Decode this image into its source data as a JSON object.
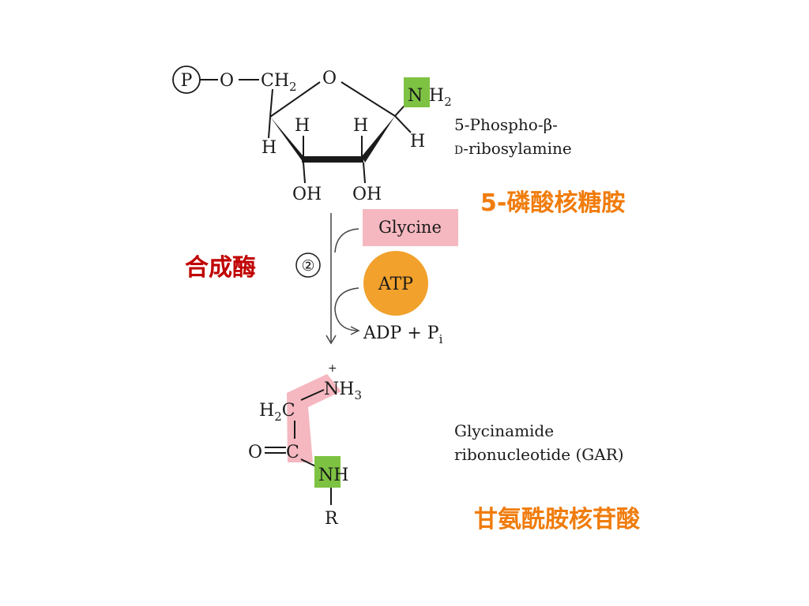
{
  "colors": {
    "green_highlight": "#7dc242",
    "pink_highlight": "#f5b8c0",
    "atp_circle": "#f1a12c",
    "orange_label": "#f07c0c",
    "red_label": "#c00000"
  },
  "ribose": {
    "phosphate": "P",
    "o_link": "O",
    "ch2": "CH",
    "ch2_sub": "2",
    "ring_o": "O",
    "amine_n": "N",
    "amine_h2": "H",
    "amine_sub": "2",
    "h_c1": "H",
    "h_c2": "H",
    "h_c3": "H",
    "h_c4": "H",
    "oh_left": "OH",
    "oh_right": "OH"
  },
  "reactant_name_line1": "5-Phospho-β-",
  "reactant_name_line2_prefix": "D",
  "reactant_name_line2": "-ribosylamine",
  "reactant_cn": "5-磷酸核糖胺",
  "enzyme_cn": "合成酶",
  "step_number": "②",
  "glycine": "Glycine",
  "atp": "ATP",
  "byproduct_main": "ADP + P",
  "byproduct_sub": "i",
  "gar": {
    "plus": "+",
    "nh3": "NH",
    "nh3_sub": "3",
    "h2c_h": "H",
    "h2c_sub": "2",
    "h2c_c": "C",
    "o": "O",
    "c": "C",
    "nh": "NH",
    "r": "R"
  },
  "product_name_line1": "Glycinamide",
  "product_name_line2": "ribonucleotide (GAR)",
  "product_cn": "甘氨酰胺核苷酸"
}
